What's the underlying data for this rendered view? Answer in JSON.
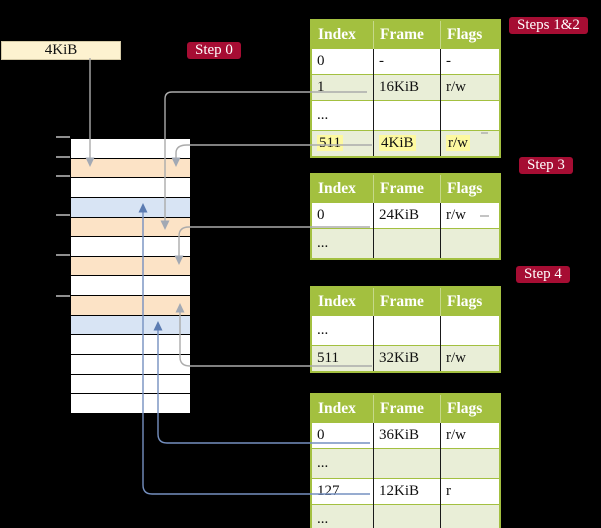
{
  "page_size_box": {
    "label": "4KiB"
  },
  "step_labels": {
    "steps12": "Steps 1&2",
    "step0": "Step 0",
    "step3": "Step 3",
    "step4": "Step 4"
  },
  "memory": {
    "rows": [
      "white",
      "orange",
      "white",
      "blue",
      "orange",
      "white",
      "orange",
      "white",
      "orange",
      "blue",
      "white",
      "white",
      "white",
      "white"
    ],
    "tick_count": 6
  },
  "colors": {
    "header_green": "#a3c03f",
    "row_green": "#e9eed7",
    "badge_red": "#a60d33",
    "frame_orange": "#fce3c6",
    "frame_blue": "#d8e4f4",
    "box_cream": "#fdf2d0",
    "highlight_yellow": "#fdf9a0",
    "arrow_gray": "#a8a8a8",
    "arrow_blue": "#7590c0"
  },
  "tables": [
    {
      "name": "table-steps12",
      "headers": [
        "Index",
        "Frame",
        "Flags"
      ],
      "rows": [
        {
          "index": "0",
          "frame": "-",
          "flags": "-"
        },
        {
          "index": "1",
          "frame": "16KiB",
          "flags": "r/w"
        },
        {
          "index": "...",
          "frame": "",
          "flags": ""
        },
        {
          "index": "511",
          "frame": "4KiB",
          "flags": "r/w",
          "highlighted": true
        }
      ]
    },
    {
      "name": "table-step3",
      "headers": [
        "Index",
        "Frame",
        "Flags"
      ],
      "rows": [
        {
          "index": "0",
          "frame": "24KiB",
          "flags": "r/w"
        },
        {
          "index": "...",
          "frame": "",
          "flags": ""
        }
      ]
    },
    {
      "name": "table-step4",
      "headers": [
        "Index",
        "Frame",
        "Flags"
      ],
      "rows": [
        {
          "index": "...",
          "frame": "",
          "flags": ""
        },
        {
          "index": "511",
          "frame": "32KiB",
          "flags": "r/w"
        }
      ]
    },
    {
      "name": "table-final",
      "headers": [
        "Index",
        "Frame",
        "Flags"
      ],
      "rows": [
        {
          "index": "0",
          "frame": "36KiB",
          "flags": "r/w"
        },
        {
          "index": "...",
          "frame": "",
          "flags": ""
        },
        {
          "index": "127",
          "frame": "12KiB",
          "flags": "r"
        },
        {
          "index": "...",
          "frame": "",
          "flags": ""
        }
      ]
    }
  ]
}
